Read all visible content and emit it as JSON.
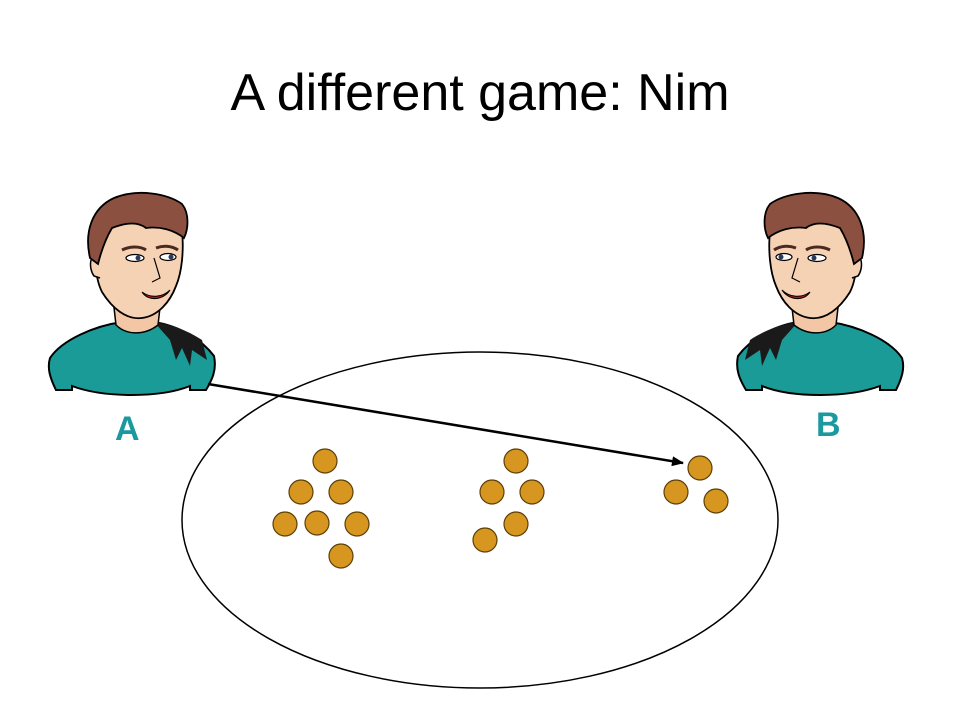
{
  "slide": {
    "title": "A different game: Nim"
  },
  "players": [
    {
      "id": "A",
      "label": "A",
      "icon": "man-bust-icon"
    },
    {
      "id": "B",
      "label": "B",
      "icon": "man-bust-icon"
    }
  ],
  "board": {
    "heaps": [
      {
        "name": "heap-1",
        "count": 7
      },
      {
        "name": "heap-2",
        "count": 5
      },
      {
        "name": "heap-3",
        "count": 3
      }
    ],
    "arrow": {
      "from": "A",
      "to": "heap-3"
    }
  },
  "colors": {
    "label": "#1a9a9f",
    "shirt": "#1b9b97",
    "hair": "#8b5040",
    "skin": "#f6d2b4",
    "coin_fill": "#d6961f",
    "coin_stroke": "#5c3f08",
    "ellipse_stroke": "#000000",
    "arrow": "#000000"
  }
}
